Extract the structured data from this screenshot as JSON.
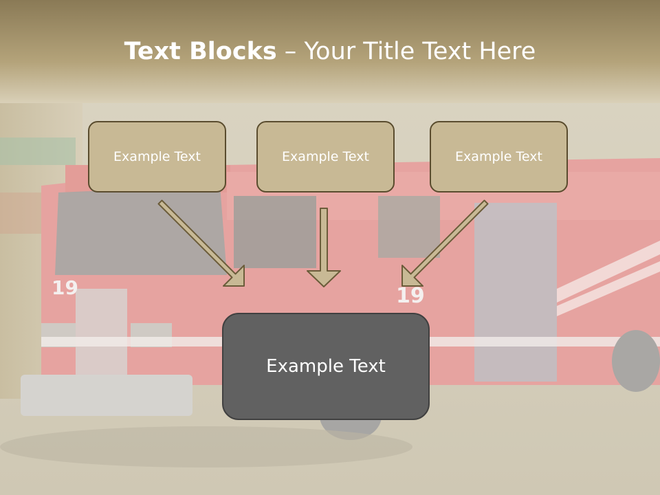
{
  "title": {
    "bold": "Text Blocks",
    "dash": " – ",
    "rest": "Your Title Text Here"
  },
  "blocks": [
    {
      "label": "Example Text"
    },
    {
      "label": "Example Text"
    },
    {
      "label": "Example Text"
    }
  ],
  "main_block": {
    "label": "Example Text"
  },
  "background": {
    "image": "fire-truck-photo",
    "truck_number": "19"
  },
  "colors": {
    "header_band": "#a8956a",
    "block_fill": "#c8b995",
    "block_border": "#5a4c2e",
    "main_fill": "#616161",
    "arrow_fill": "#c8b995"
  }
}
